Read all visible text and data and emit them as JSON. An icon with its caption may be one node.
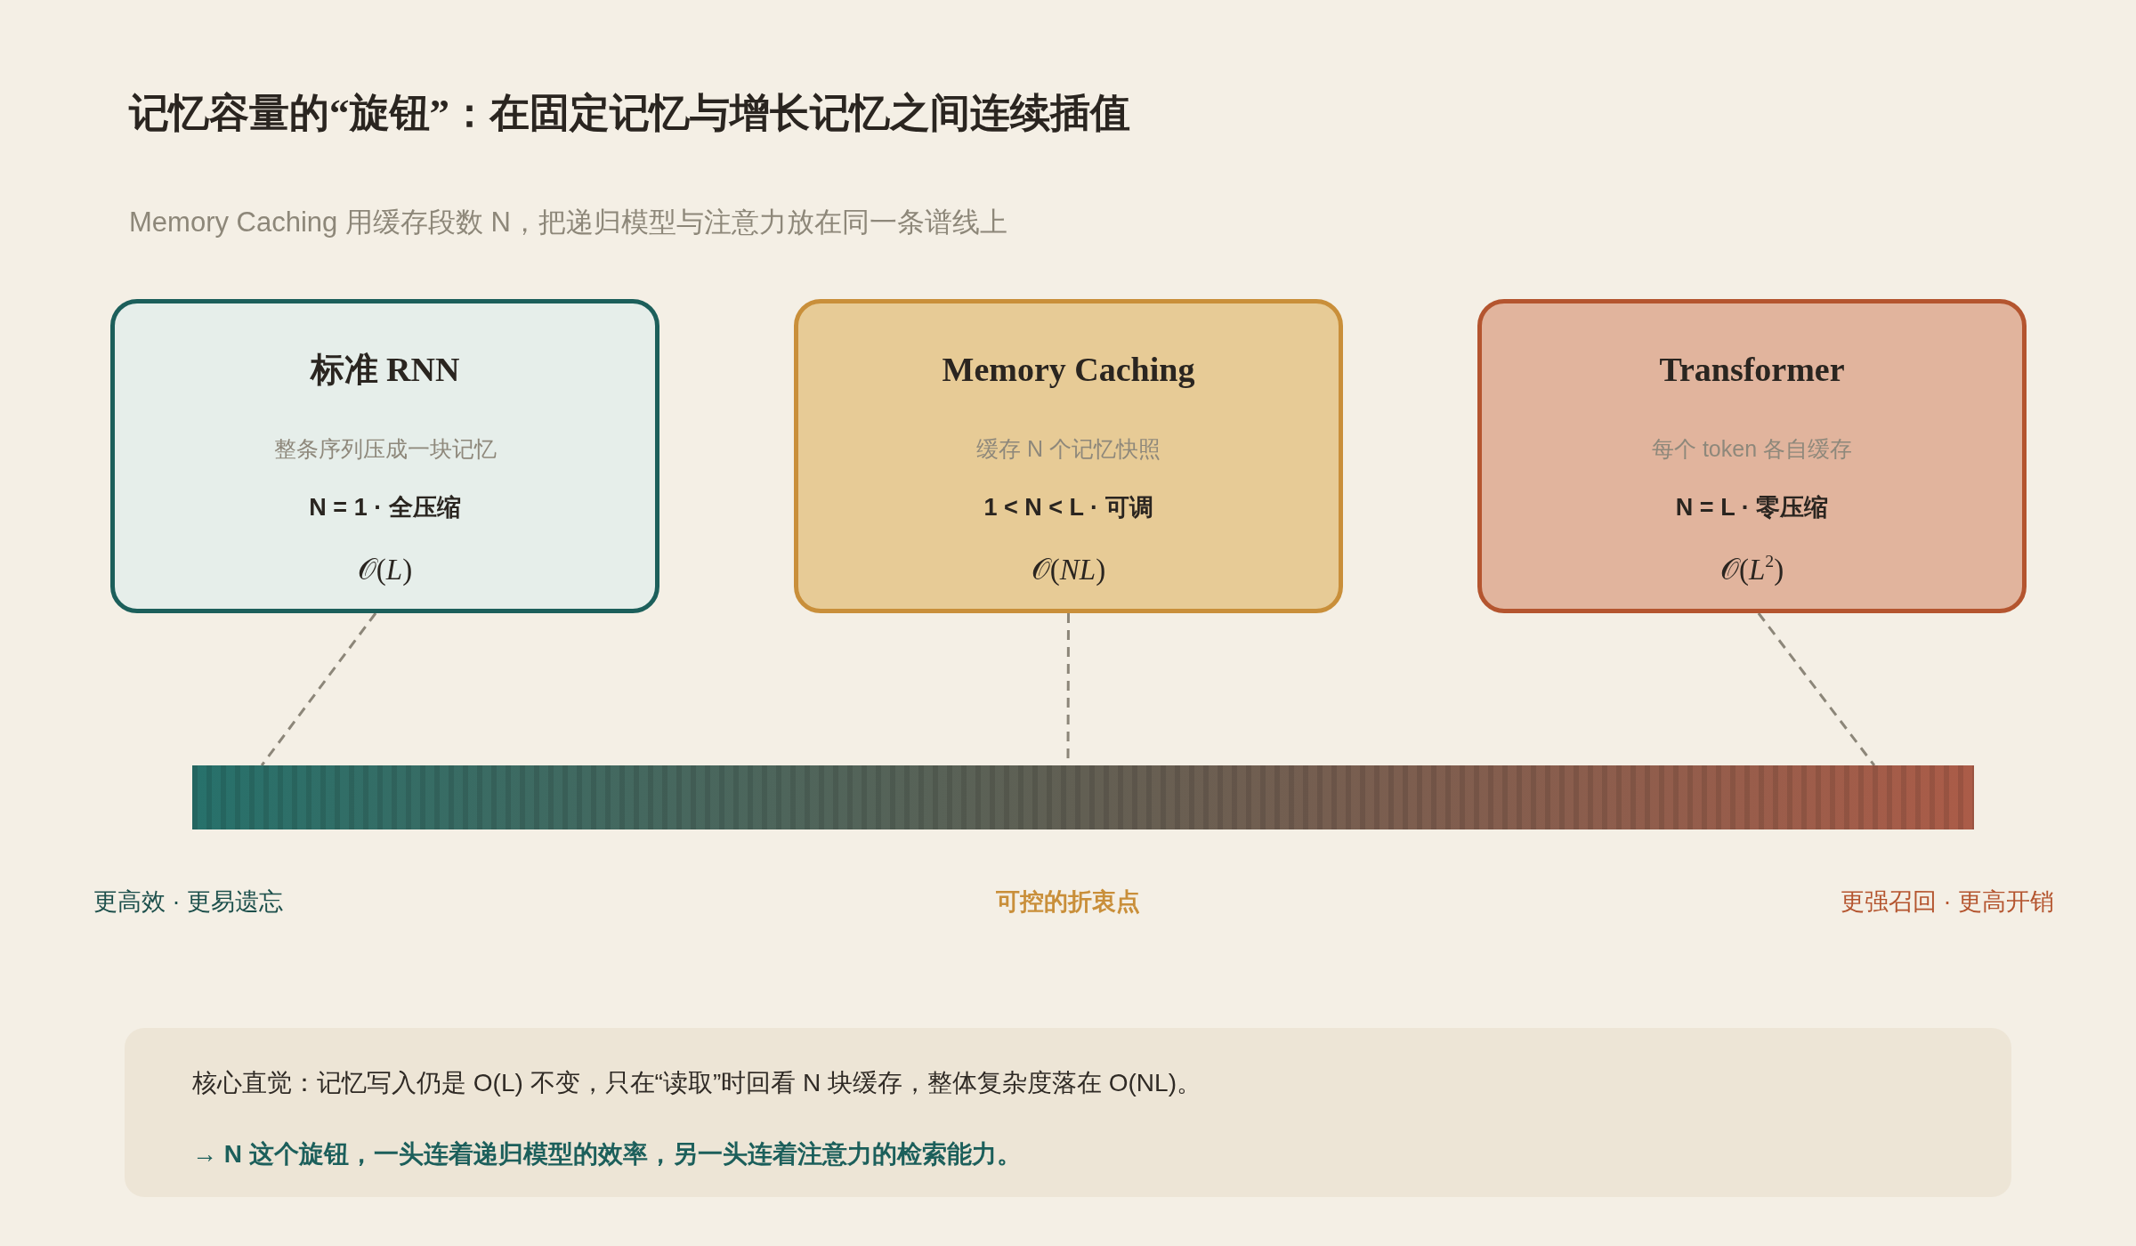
{
  "diagram": {
    "title": "记忆容量的“旋钮”：在固定记忆与增长记忆之间连续插值",
    "nodes": [
      {
        "text": [
          "标准 RNN",
          "整条序列压成一块记忆",
          "N = 1 · 全压缩",
          "𝒪(*L*)"
        ]
      },
      {
        "text": [
          "Memory Caching",
          "缓存 N 个记忆快照",
          "1 < N < L · 可调",
          "𝒪(*NL*)"
        ]
      },
      {
        "text": [
          "Transformer",
          "每个 token 各自缓存",
          "N = L · 零压缩",
          "𝒪(*L*$^{2}$)"
        ]
      },
      {
        "text": [],
        "shape": "bar"
      },
      {
        "text": [
          "核心直觉：记忆写入仍是 O(L) 不变，只在“读取”时回看 N 块缓存，整体复杂度落在 O(NL)。",
          "→ N 这个旋钮，一头连着递归模型的效率，另一头连着注意力的检索能力。"
        ]
      }
    ],
    "edges": [
      {
        "from": 0,
        "to": 3,
        "arrow": "none",
        "style": "dashed"
      },
      {
        "from": 1,
        "to": 3,
        "arrow": "none",
        "style": "dashed"
      },
      {
        "from": 2,
        "to": 3,
        "arrow": "none",
        "style": "dashed"
      }
    ],
    "labels": [
      "Memory Caching 用缓存段数 N，把递归模型与注意力放在同一条谱线上",
      "更高效 · 更易遗忘",
      "可控的折衷点",
      "更强召回 · 更高开销"
    ]
  }
}
